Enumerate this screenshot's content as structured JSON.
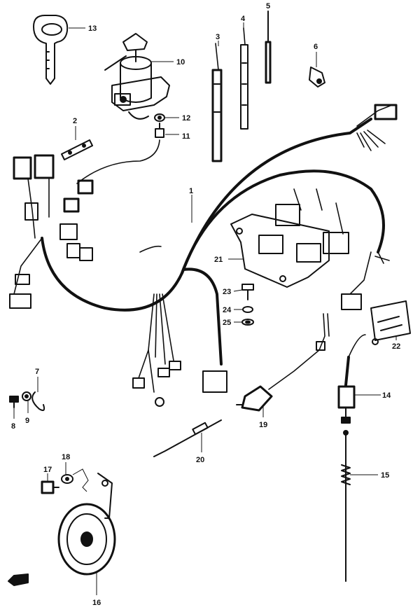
{
  "diagram": {
    "parts": [
      {
        "id": "1"
      },
      {
        "id": "2"
      },
      {
        "id": "3"
      },
      {
        "id": "4"
      },
      {
        "id": "5"
      },
      {
        "id": "6"
      },
      {
        "id": "7"
      },
      {
        "id": "8"
      },
      {
        "id": "9"
      },
      {
        "id": "10"
      },
      {
        "id": "11"
      },
      {
        "id": "12"
      },
      {
        "id": "13"
      },
      {
        "id": "14"
      },
      {
        "id": "15"
      },
      {
        "id": "16"
      },
      {
        "id": "17"
      },
      {
        "id": "18"
      },
      {
        "id": "19"
      },
      {
        "id": "20"
      },
      {
        "id": "21"
      },
      {
        "id": "22"
      },
      {
        "id": "23"
      },
      {
        "id": "24"
      },
      {
        "id": "25"
      }
    ],
    "colors": {
      "ink": "#111111",
      "paper": "#ffffff"
    },
    "icons": {
      "front_direction": "front-arrow-icon"
    }
  }
}
